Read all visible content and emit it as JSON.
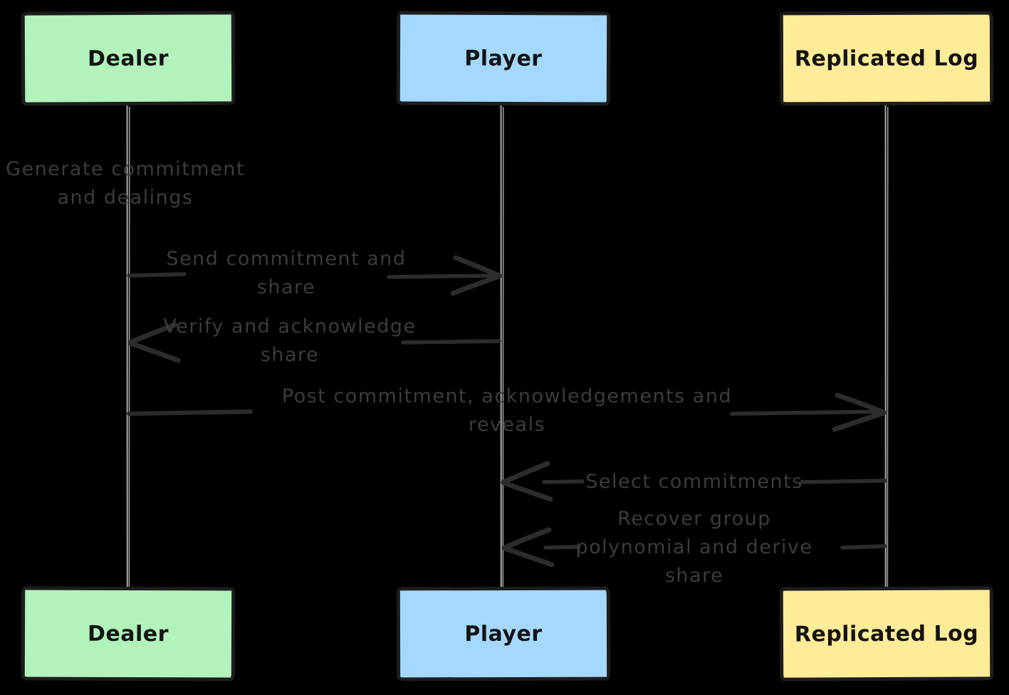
{
  "colors": {
    "background": "#000000",
    "box-border": "#1d1d1d",
    "box-text": "#141414",
    "lifeline": "#9e9e9e",
    "arrow": "#2c2c2c",
    "message-text": "#3c3c3c"
  },
  "actors": [
    {
      "id": "dealer",
      "label": "Dealer",
      "fill": "#b2f2bb"
    },
    {
      "id": "player",
      "label": "Player",
      "fill": "#a5d8ff"
    },
    {
      "id": "replicated-log",
      "label": "Replicated Log",
      "fill": "#ffec99"
    }
  ],
  "messages": [
    {
      "from": "dealer",
      "to": "dealer",
      "kind": "self-note",
      "label": "Generate commitment\nand dealings"
    },
    {
      "from": "dealer",
      "to": "player",
      "kind": "arrow",
      "label": "Send commitment and\nshare"
    },
    {
      "from": "player",
      "to": "dealer",
      "kind": "arrow",
      "label": "Verify and acknowledge\nshare"
    },
    {
      "from": "dealer",
      "to": "replicated-log",
      "kind": "arrow",
      "label": "Post commitment, acknowledgements and\nreveals"
    },
    {
      "from": "replicated-log",
      "to": "player",
      "kind": "arrow",
      "label": "Select commitments"
    },
    {
      "from": "replicated-log",
      "to": "player",
      "kind": "arrow",
      "label": "Recover group\npolynomial and derive\nshare"
    }
  ]
}
